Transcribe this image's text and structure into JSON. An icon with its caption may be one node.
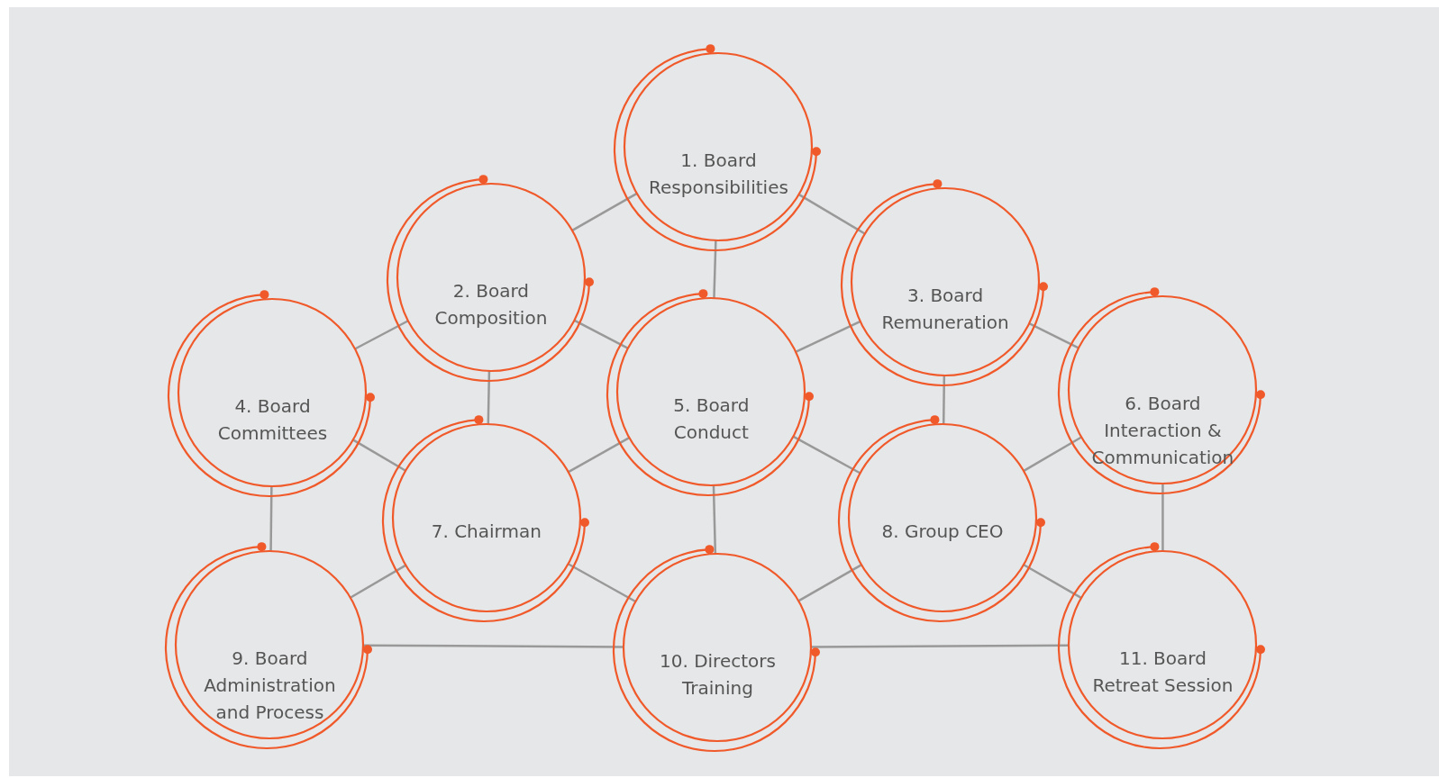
{
  "diagram": {
    "nodes": [
      {
        "text": [
          "1. Board Responsibilities"
        ]
      },
      {
        "text": [
          "2. Board Composition"
        ]
      },
      {
        "text": [
          "3. Board Remuneration"
        ]
      },
      {
        "text": [
          "4. Board Committees"
        ]
      },
      {
        "text": [
          "5. Board Conduct"
        ]
      },
      {
        "text": [
          "6. Board Interaction & Communication"
        ]
      },
      {
        "text": [
          "7. Chairman"
        ]
      },
      {
        "text": [
          "8. Group CEO"
        ]
      },
      {
        "text": [
          "9. Board Administration and Process"
        ]
      },
      {
        "text": [
          "10. Directors Training"
        ]
      },
      {
        "text": [
          "11. Board Retreat Session"
        ]
      }
    ],
    "edges": [
      {
        "from": 0,
        "to": 1,
        "arrow": "none"
      },
      {
        "from": 0,
        "to": 2,
        "arrow": "none"
      },
      {
        "from": 0,
        "to": 4,
        "arrow": "none"
      },
      {
        "from": 1,
        "to": 3,
        "arrow": "none"
      },
      {
        "from": 1,
        "to": 4,
        "arrow": "none"
      },
      {
        "from": 1,
        "to": 6,
        "arrow": "none"
      },
      {
        "from": 2,
        "to": 4,
        "arrow": "none"
      },
      {
        "from": 2,
        "to": 5,
        "arrow": "none"
      },
      {
        "from": 2,
        "to": 7,
        "arrow": "none"
      },
      {
        "from": 3,
        "to": 6,
        "arrow": "none"
      },
      {
        "from": 3,
        "to": 8,
        "arrow": "none"
      },
      {
        "from": 4,
        "to": 6,
        "arrow": "none"
      },
      {
        "from": 4,
        "to": 7,
        "arrow": "none"
      },
      {
        "from": 4,
        "to": 9,
        "arrow": "none"
      },
      {
        "from": 5,
        "to": 7,
        "arrow": "none"
      },
      {
        "from": 5,
        "to": 10,
        "arrow": "none"
      },
      {
        "from": 6,
        "to": 8,
        "arrow": "none"
      },
      {
        "from": 6,
        "to": 9,
        "arrow": "none"
      },
      {
        "from": 7,
        "to": 9,
        "arrow": "none"
      },
      {
        "from": 7,
        "to": 10,
        "arrow": "none"
      },
      {
        "from": 8,
        "to": 9,
        "arrow": "none"
      },
      {
        "from": 9,
        "to": 10,
        "arrow": "none"
      }
    ]
  }
}
